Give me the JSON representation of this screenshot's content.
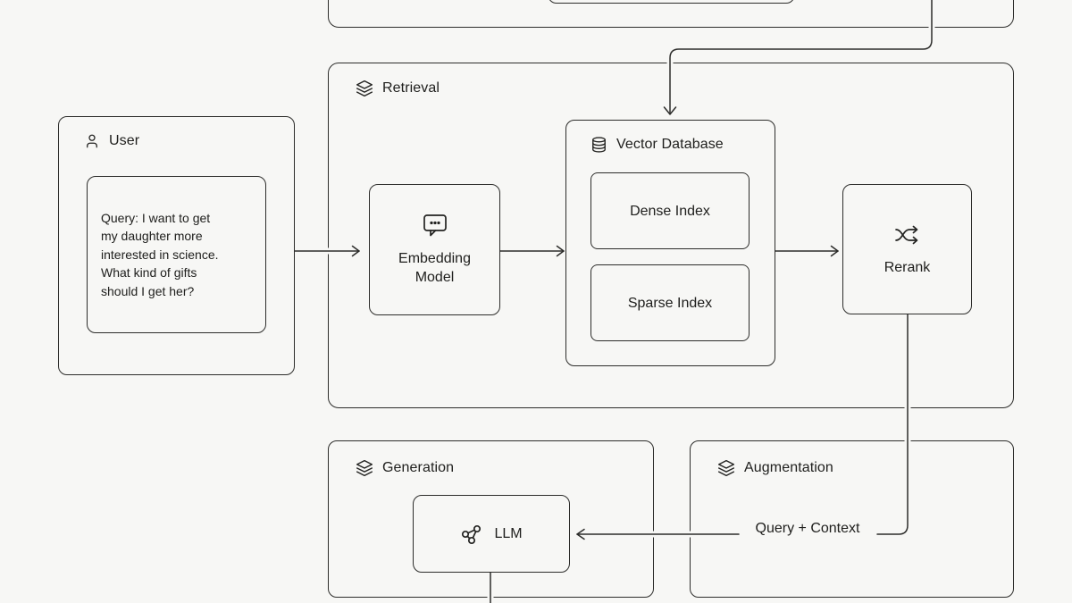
{
  "colors": {
    "background": "#f7f7f5",
    "line": "#2d2d2b",
    "text": "#20201e"
  },
  "user_panel": {
    "label": "User",
    "icon": "user-icon",
    "query_lines": [
      "Query: I want to get",
      "my daughter more",
      "interested in science.",
      "What kind of gifts",
      "should I get her?"
    ]
  },
  "retrieval_section": {
    "label": "Retrieval",
    "icon": "layers-icon",
    "embedding_model": {
      "icon": "message-dots-icon",
      "line1": "Embedding",
      "line2": "Model"
    },
    "vector_database": {
      "label": "Vector Database",
      "icon": "database-icon",
      "dense_index": "Dense Index",
      "sparse_index": "Sparse Index"
    },
    "rerank": {
      "label": "Rerank",
      "icon": "shuffle-icon"
    }
  },
  "generation_section": {
    "label": "Generation",
    "icon": "layers-icon",
    "llm": {
      "label": "LLM",
      "icon": "network-icon"
    }
  },
  "augmentation_section": {
    "label": "Augmentation",
    "icon": "layers-icon",
    "query_context": "Query + Context"
  }
}
